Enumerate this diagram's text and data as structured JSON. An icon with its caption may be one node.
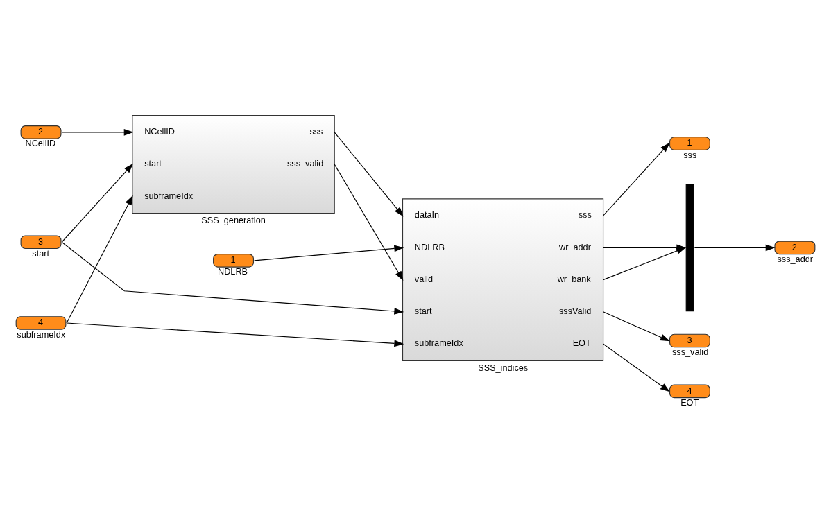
{
  "diagram": {
    "nodes": [
      {
        "text": [
          "2"
        ],
        "beside": [
          "NCellID"
        ]
      },
      {
        "text": [
          "NCellID",
          "start",
          "subframeIdx",
          "sss",
          "sss_valid",
          "SSS_generation"
        ]
      },
      {
        "text": [
          "3"
        ],
        "beside": [
          "start"
        ]
      },
      {
        "text": [
          "4"
        ],
        "beside": [
          "subframeIdx"
        ]
      },
      {
        "text": [
          "dataIn",
          "NDLRB",
          "valid",
          "start",
          "subframeIdx",
          "sss",
          "wr_addr",
          "wr_bank",
          "sssValid",
          "EOT",
          "SSS_indices"
        ]
      },
      {
        "text": [
          "1"
        ],
        "beside": [
          "NDLRB"
        ]
      },
      {
        "text": [
          "1"
        ],
        "beside": [
          "sss"
        ]
      },
      {
        "text": [],
        "shape": "bar"
      },
      {
        "text": [
          "2"
        ],
        "beside": [
          "sss_addr"
        ]
      },
      {
        "text": [
          "3"
        ],
        "beside": [
          "sss_valid"
        ]
      },
      {
        "text": [
          "4"
        ],
        "beside": [
          "EOT"
        ]
      }
    ],
    "edges": [
      {
        "from": 0,
        "to": 1,
        "arrow": "to"
      },
      {
        "from": 2,
        "to": 1,
        "arrow": "to"
      },
      {
        "from": 2,
        "to": 4,
        "arrow": "to"
      },
      {
        "from": 3,
        "to": 1,
        "arrow": "to"
      },
      {
        "from": 3,
        "to": 4,
        "arrow": "to"
      },
      {
        "from": 1,
        "to": 4,
        "arrow": "to"
      },
      {
        "from": 1,
        "to": 4,
        "arrow": "to"
      },
      {
        "from": 5,
        "to": 4,
        "arrow": "to"
      },
      {
        "from": 4,
        "to": 6,
        "arrow": "to"
      },
      {
        "from": 4,
        "to": 7,
        "arrow": "to"
      },
      {
        "from": 4,
        "to": 7,
        "arrow": "to"
      },
      {
        "from": 7,
        "to": 8,
        "arrow": "to"
      },
      {
        "from": 4,
        "to": 9,
        "arrow": "to"
      },
      {
        "from": 4,
        "to": 10,
        "arrow": "to"
      }
    ]
  }
}
